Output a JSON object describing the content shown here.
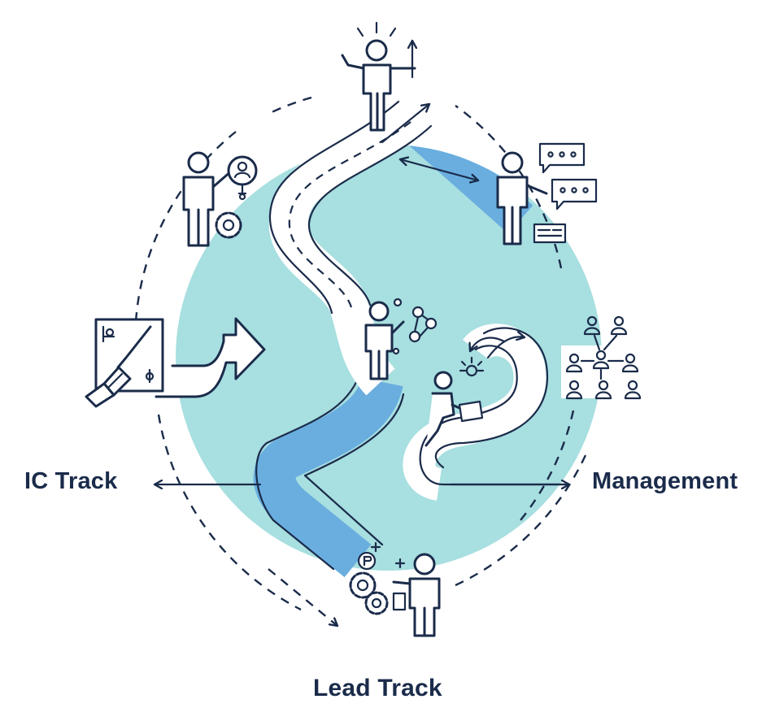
{
  "labels": {
    "ic_track": "IC Track",
    "management": "Management",
    "lead_track": "Lead Track"
  },
  "colors": {
    "circle_fill": "#a8dfe0",
    "blue_path": "#6aaee0",
    "ink": "#1a2b4a",
    "background": "#ffffff"
  },
  "icons": [
    "person-pointing-up-icon",
    "person-with-profile-badge-icon",
    "gear-icon",
    "person-chat-bubbles-icon",
    "chat-bubble-icon",
    "id-card-icon",
    "person-network-icon",
    "drafting-blueprint-icon",
    "curved-arrow-icon",
    "person-sitting-idea-icon",
    "team-hierarchy-icon",
    "person-with-gears-icon"
  ]
}
